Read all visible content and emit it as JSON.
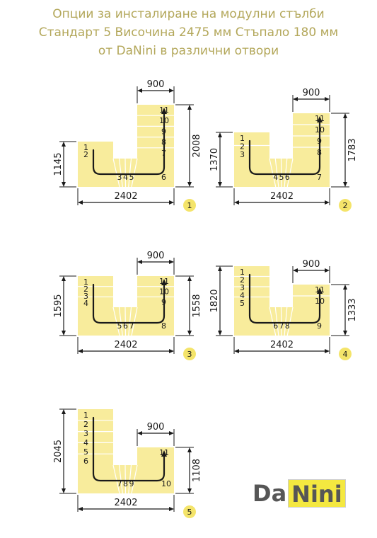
{
  "title_lines": [
    "Опции за инсталиране на модулни стълби",
    "Стандарт 5 Височина 2475 мм Стъпало 180 мм",
    "от DaNini в различни отвори"
  ],
  "logo": {
    "part1": "Da",
    "part2": "Nini"
  },
  "colors": {
    "stair": "#f8ec9c",
    "title": "#b3a75a",
    "badge": "#f4e46a"
  },
  "diagrams": [
    {
      "id": "1",
      "width_label": "2402",
      "top_label": "900",
      "left_label": "1145",
      "right_label": "2008",
      "steps_left": [
        "1",
        "2"
      ],
      "steps_bottom": [
        "3",
        "4",
        "5"
      ],
      "steps_corner": "6",
      "steps_right": [
        "7",
        "8",
        "9",
        "10",
        "11"
      ]
    },
    {
      "id": "2",
      "width_label": "2402",
      "top_label": "900",
      "left_label": "1370",
      "right_label": "1783",
      "steps_left": [
        "1",
        "2",
        "3"
      ],
      "steps_bottom": [
        "4",
        "5",
        "6"
      ],
      "steps_corner": "7",
      "steps_right": [
        "8",
        "9",
        "10",
        "11"
      ]
    },
    {
      "id": "3",
      "width_label": "2402",
      "top_label": "900",
      "left_label": "1595",
      "right_label": "1558",
      "steps_left": [
        "1",
        "2",
        "3",
        "4"
      ],
      "steps_bottom": [
        "5",
        "6",
        "7"
      ],
      "steps_corner": "8",
      "steps_right": [
        "9",
        "10",
        "11"
      ]
    },
    {
      "id": "4",
      "width_label": "2402",
      "top_label": "900",
      "left_label": "1820",
      "right_label": "1333",
      "steps_left": [
        "1",
        "2",
        "3",
        "4",
        "5"
      ],
      "steps_bottom": [
        "6",
        "7",
        "8"
      ],
      "steps_corner": "9",
      "steps_right": [
        "10",
        "11"
      ]
    },
    {
      "id": "5",
      "width_label": "2402",
      "top_label": "900",
      "left_label": "2045",
      "right_label": "1108",
      "steps_left": [
        "1",
        "2",
        "3",
        "4",
        "5",
        "6"
      ],
      "steps_bottom": [
        "7",
        "8",
        "9"
      ],
      "steps_corner": "10",
      "steps_right": [
        "11"
      ]
    }
  ]
}
